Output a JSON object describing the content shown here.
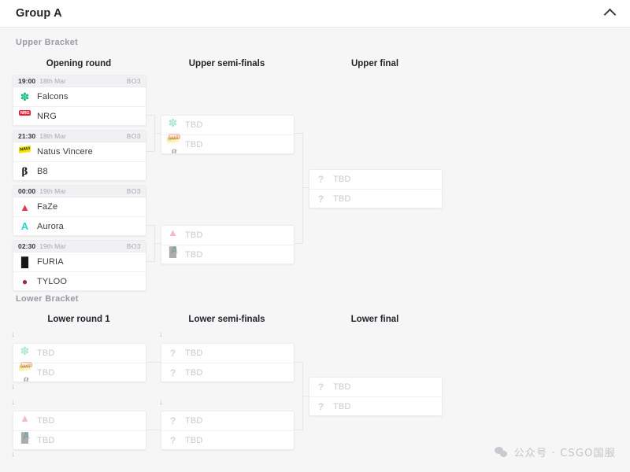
{
  "header": {
    "title": "Group A",
    "collapse_icon": "chevron-up-icon"
  },
  "sections": {
    "upper_label": "Upper Bracket",
    "lower_label": "Lower Bracket"
  },
  "rounds": {
    "upper": [
      "Opening round",
      "Upper semi-finals",
      "Upper final"
    ],
    "lower": [
      "Lower round 1",
      "Lower semi-finals",
      "Lower final"
    ]
  },
  "labels": {
    "tbd": "TBD",
    "bo3": "BO3",
    "qmark": "?",
    "feed_arrow": "↓"
  },
  "teams": {
    "falcons": {
      "name": "Falcons",
      "logo": "falcons-logo",
      "color": "#17b978"
    },
    "nrg": {
      "name": "NRG",
      "logo": "nrg-logo",
      "color": "#e8243c"
    },
    "navi": {
      "name": "Natus Vincere",
      "logo": "navi-logo",
      "color": "#f3e600"
    },
    "b8": {
      "name": "B8",
      "logo": "b8-logo",
      "color": "#1c1c22"
    },
    "faze": {
      "name": "FaZe",
      "logo": "faze-logo",
      "color": "#e03a4e"
    },
    "aurora": {
      "name": "Aurora",
      "logo": "aurora-logo",
      "color": "#2fd3c9"
    },
    "furia": {
      "name": "FURIA",
      "logo": "furia-logo",
      "color": "#15151a"
    },
    "tyloo": {
      "name": "TYLOO",
      "logo": "tyloo-logo",
      "color": "#9c2a3a"
    }
  },
  "upper_opening": [
    {
      "time": "19:00",
      "date": "18th Mar",
      "format": "BO3",
      "team1": "Falcons",
      "team2": "NRG"
    },
    {
      "time": "21:30",
      "date": "18th Mar",
      "format": "BO3",
      "team1": "Natus Vincere",
      "team2": "B8"
    },
    {
      "time": "00:00",
      "date": "19th Mar",
      "format": "BO3",
      "team1": "FaZe",
      "team2": "Aurora"
    },
    {
      "time": "02:30",
      "date": "19th Mar",
      "format": "BO3",
      "team1": "FURIA",
      "team2": "TYLOO"
    }
  ],
  "upper_semis": [
    {
      "slot1": "TBD",
      "slot2": "TBD"
    },
    {
      "slot1": "TBD",
      "slot2": "TBD"
    }
  ],
  "upper_final": {
    "slot1": "TBD",
    "slot2": "TBD"
  },
  "lower_round1": [
    {
      "slot1": "TBD",
      "slot2": "TBD"
    },
    {
      "slot1": "TBD",
      "slot2": "TBD"
    }
  ],
  "lower_semis": [
    {
      "slot1": "TBD",
      "slot2": "TBD"
    },
    {
      "slot1": "TBD",
      "slot2": "TBD"
    }
  ],
  "lower_final": {
    "slot1": "TBD",
    "slot2": "TBD"
  },
  "watermark": {
    "icon": "wechat-icon",
    "text": "公众号 · CSGO国服"
  }
}
